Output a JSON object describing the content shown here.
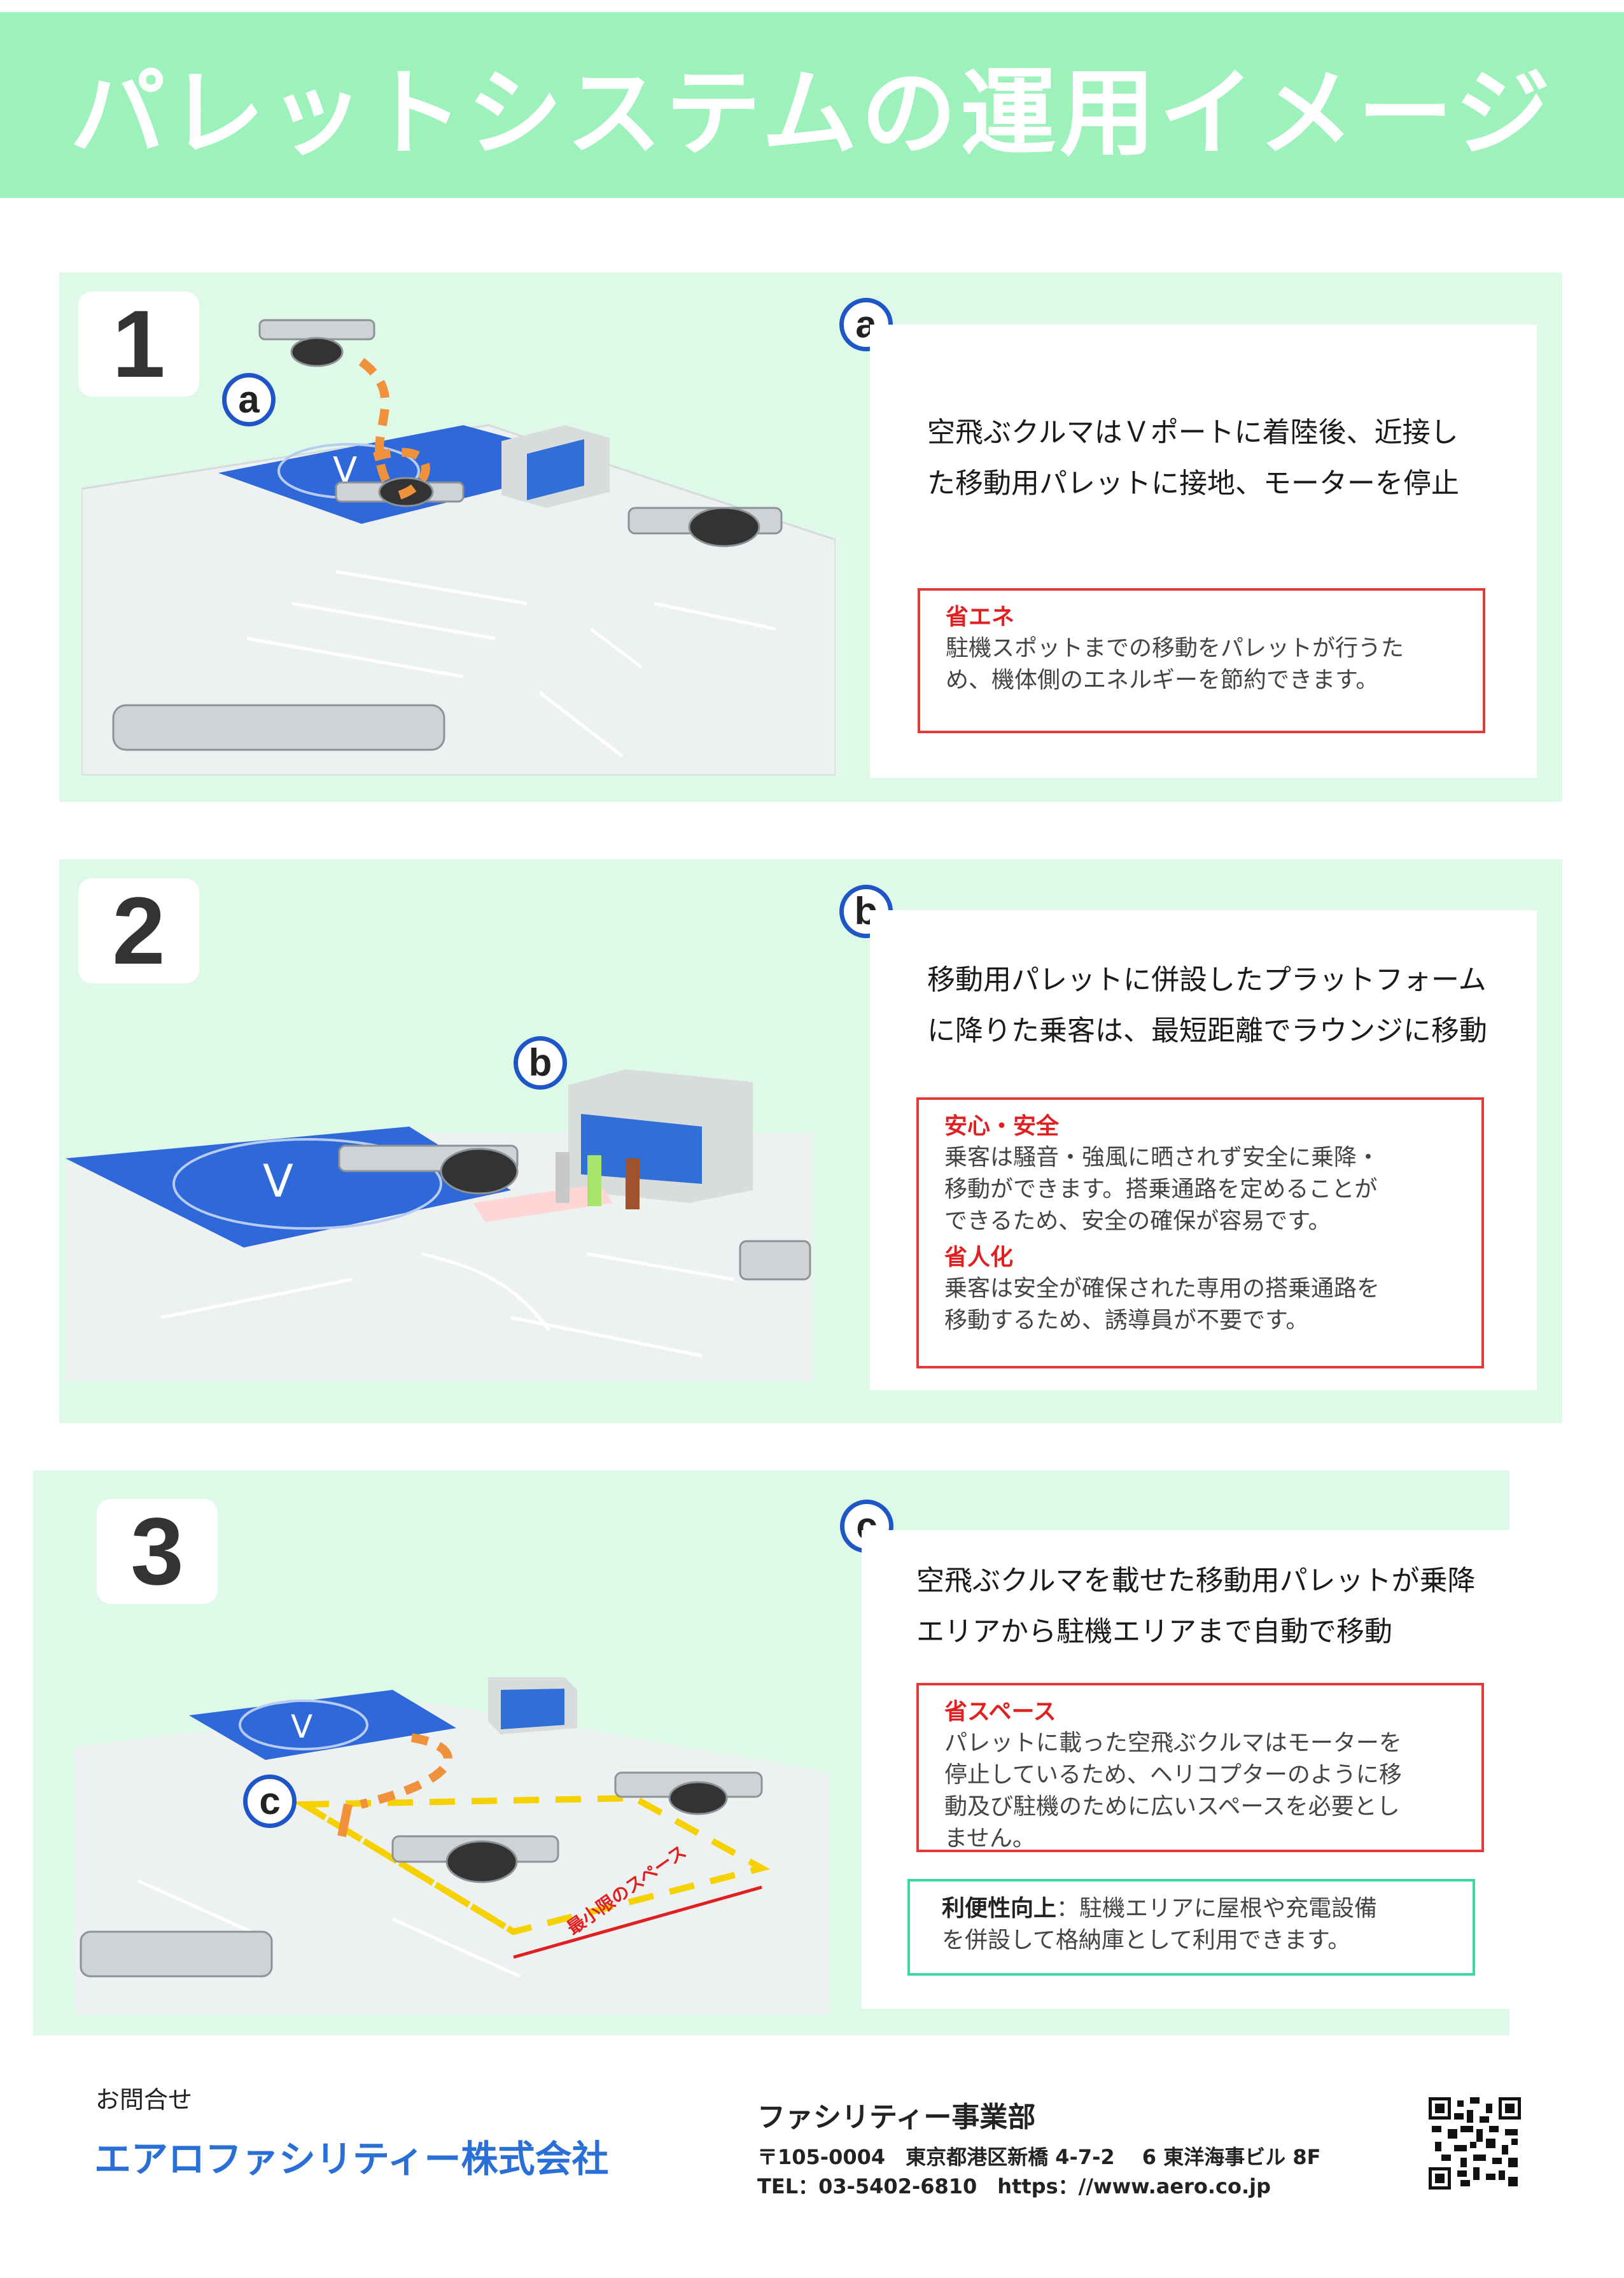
{
  "title": "パレットシステムの運用イメージ",
  "sections": [
    {
      "number": "1",
      "badge": "a",
      "main_lines": [
        "空飛ぶクルマはＶポートに着陸後、近接し",
        "た移動用パレットに接地、モーターを停止"
      ],
      "notes": [
        {
          "head": "省エネ",
          "body": [
            "駐機スポットまでの移動をパレットが行うた",
            "め、機体側のエネルギーを節約できます。"
          ]
        }
      ]
    },
    {
      "number": "2",
      "badge": "b",
      "main_lines": [
        "移動用パレットに併設したプラットフォーム",
        "に降りた乗客は、最短距離でラウンジに移動"
      ],
      "notes": [
        {
          "head": "安心・安全",
          "body": [
            "乗客は騒音・強風に晒されず安全に乗降・",
            "移動ができます。搭乗通路を定めることが",
            "できるため、安全の確保が容易です。"
          ]
        },
        {
          "head": "省人化",
          "body": [
            "乗客は安全が確保された専用の搭乗通路を",
            "移動するため、誘導員が不要です。"
          ]
        }
      ]
    },
    {
      "number": "3",
      "badge": "c",
      "main_lines": [
        "空飛ぶクルマを載せた移動用パレットが乗降",
        "エリアから駐機エリアまで自動で移動"
      ],
      "notes": [
        {
          "head": "省スペース",
          "body": [
            "パレットに載った空飛ぶクルマはモーターを",
            "停止しているため、ヘリコプターのように移",
            "動及び駐機のために広いスペースを必要とし",
            "ません。"
          ]
        }
      ],
      "green_note": {
        "head": "利便性向上",
        "sep": "：",
        "body_first": "駐機エリアに屋根や充電設備",
        "body_second": "を併設して格納庫として利用できます。"
      },
      "scene_label": "最小限のスペース"
    }
  ],
  "footer": {
    "contact_label": "お問合せ",
    "company": "エアロファシリティー株式会社",
    "department": "ファシリティー事業部",
    "address": "〒105-0004　東京都港区新橋 4-7-2　 6 東洋海事ビル 8F",
    "contact": "TEL：03-5402-6810　https：//www.aero.co.jp"
  },
  "colors": {
    "title_band": "#9df2bc",
    "section_bg": "#dff9e8",
    "badge_ring": "#1e56c8",
    "note_border": "#e13a3a",
    "note_head": "#e02020",
    "green_border": "#3cd7a3",
    "company": "#2a6fd6",
    "pad_blue": "#2f68d9",
    "path_orange": "#f0923c"
  }
}
